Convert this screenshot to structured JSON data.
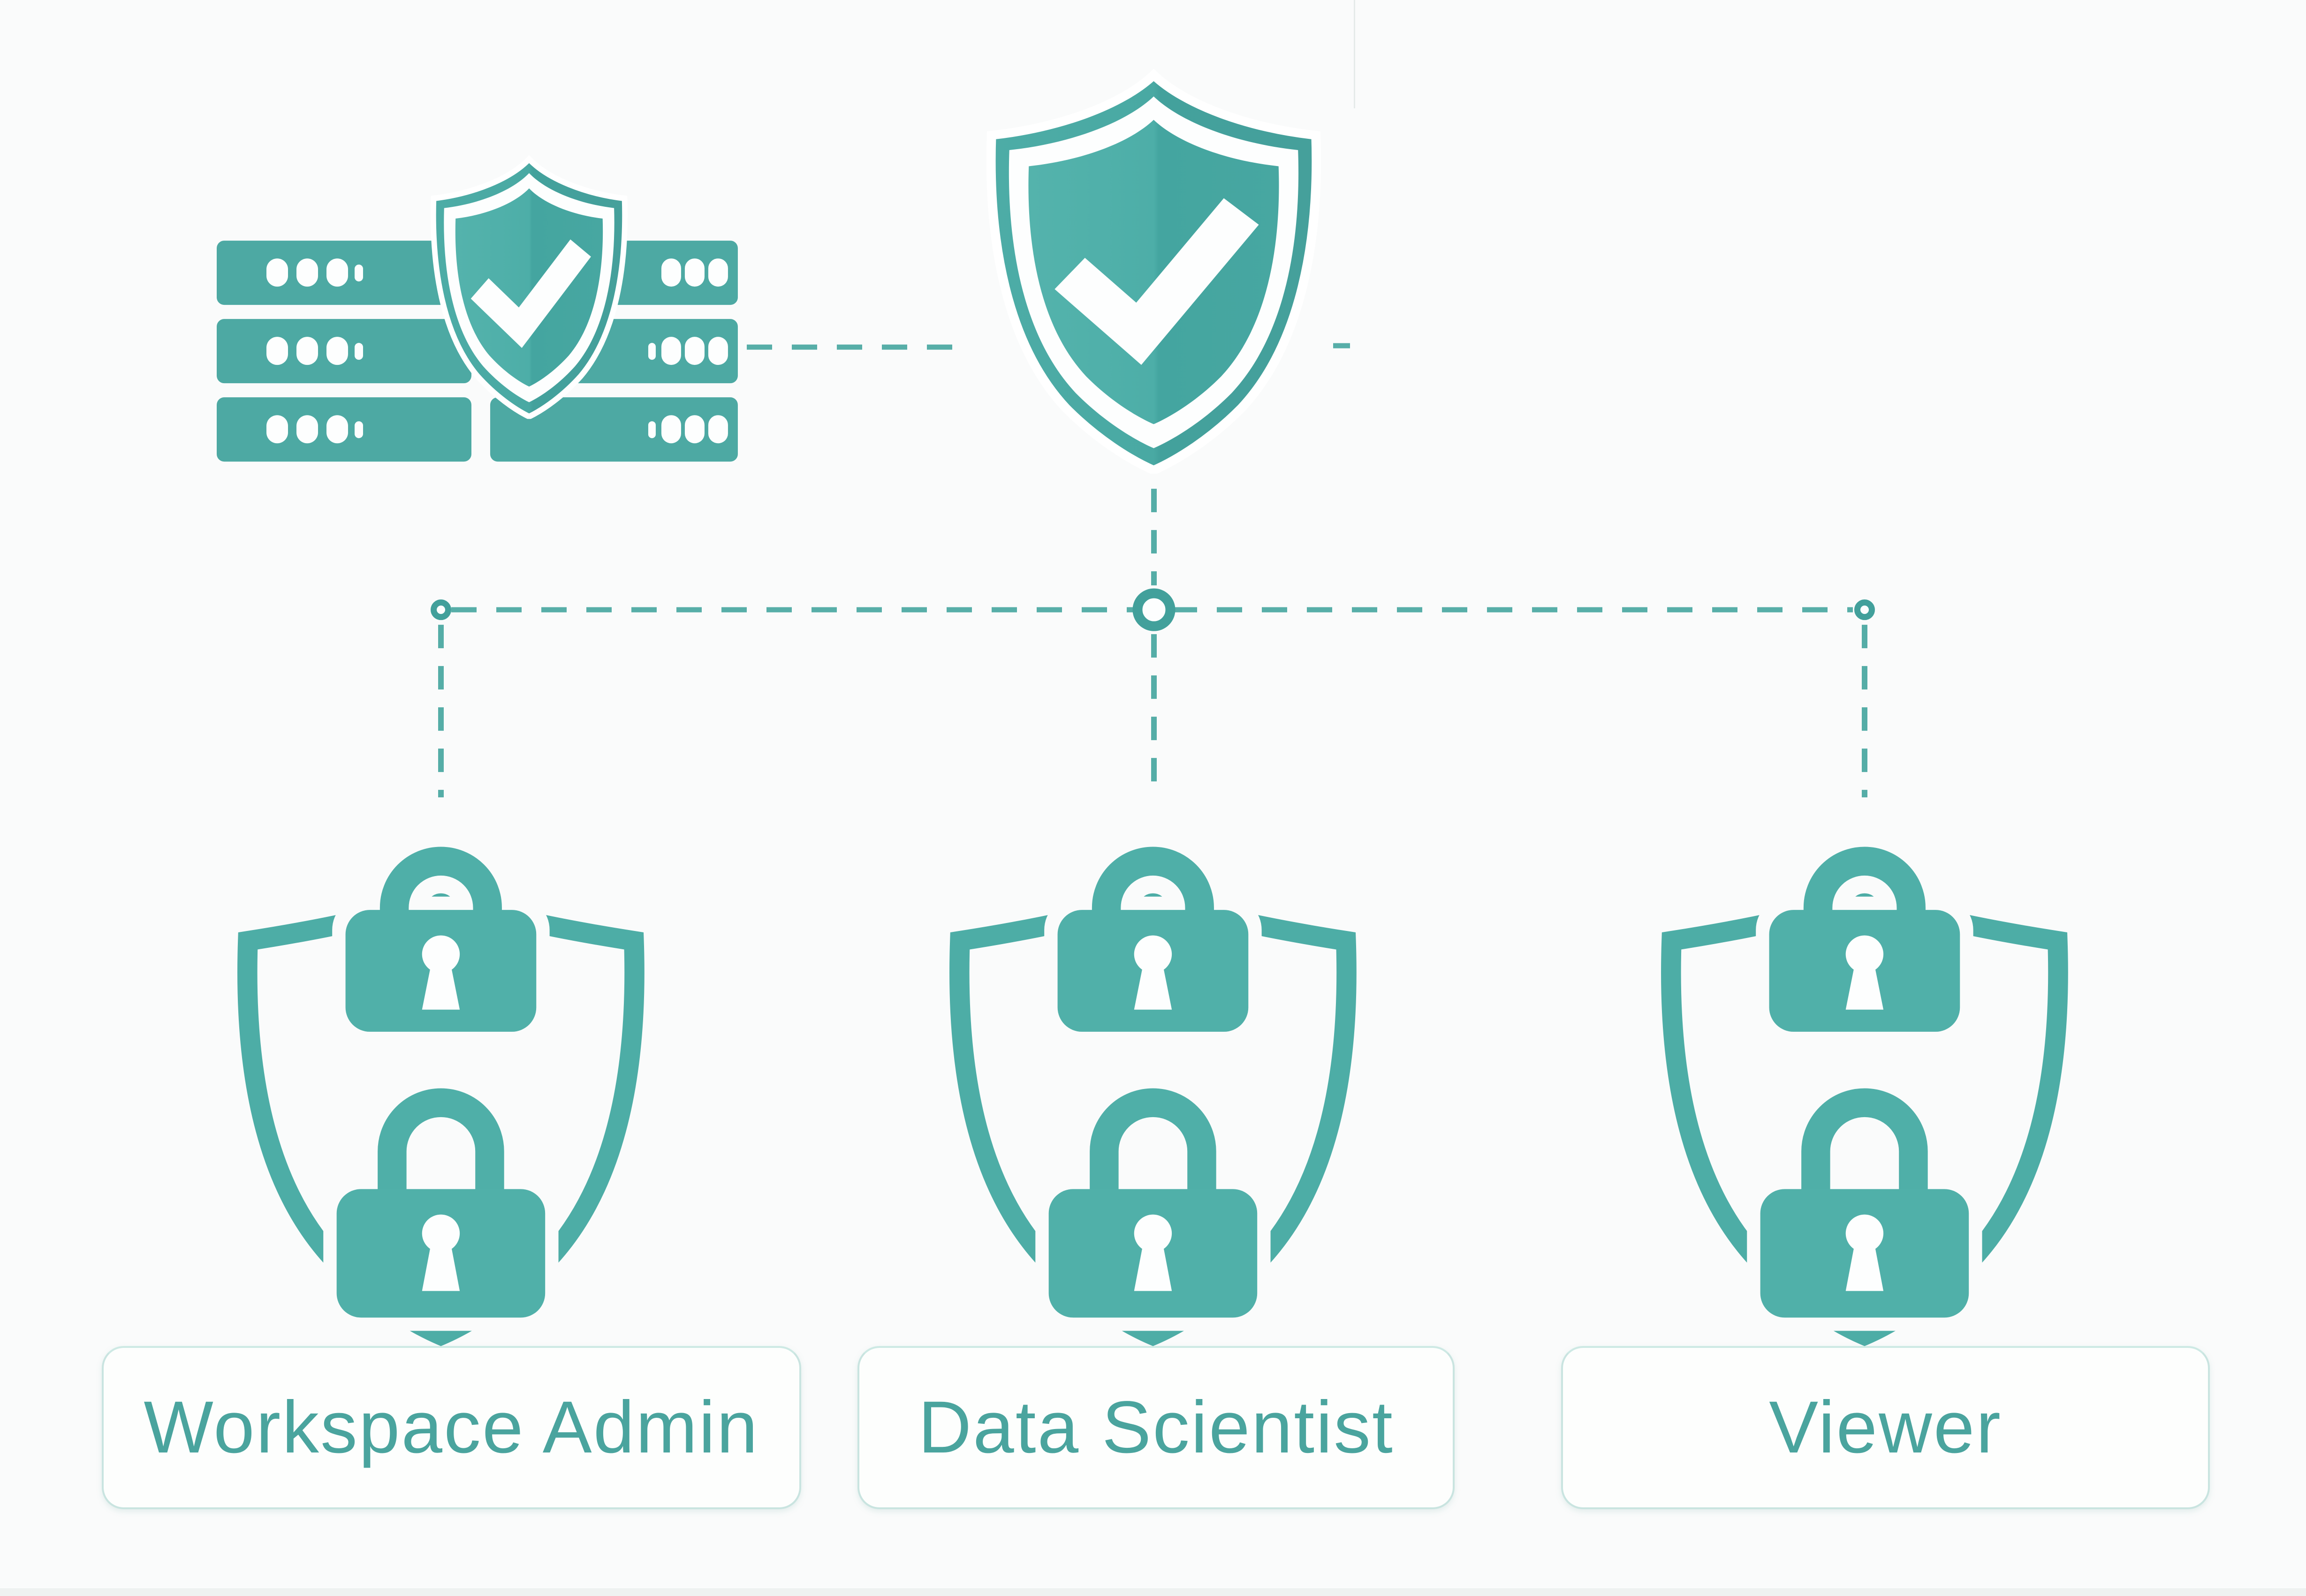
{
  "diagram": {
    "kind": "access-control-hierarchy",
    "colors": {
      "background": "#fafbfb",
      "accent": "#48a8a2",
      "accent_light": "#55b1ab",
      "accent_dark": "#3f9e99",
      "connector": "#57aea8",
      "label_text": "#4aa49e",
      "label_border": "#c9e4e0"
    },
    "icons": {
      "source": "server-stack-shield-check-icon",
      "root": "shield-check-icon",
      "role": "shield-padlocks-icon",
      "junction": "connector-node-ring"
    },
    "roles": [
      {
        "label": "Workspace Admin"
      },
      {
        "label": "Data Scientist"
      },
      {
        "label": "Viewer"
      }
    ]
  }
}
